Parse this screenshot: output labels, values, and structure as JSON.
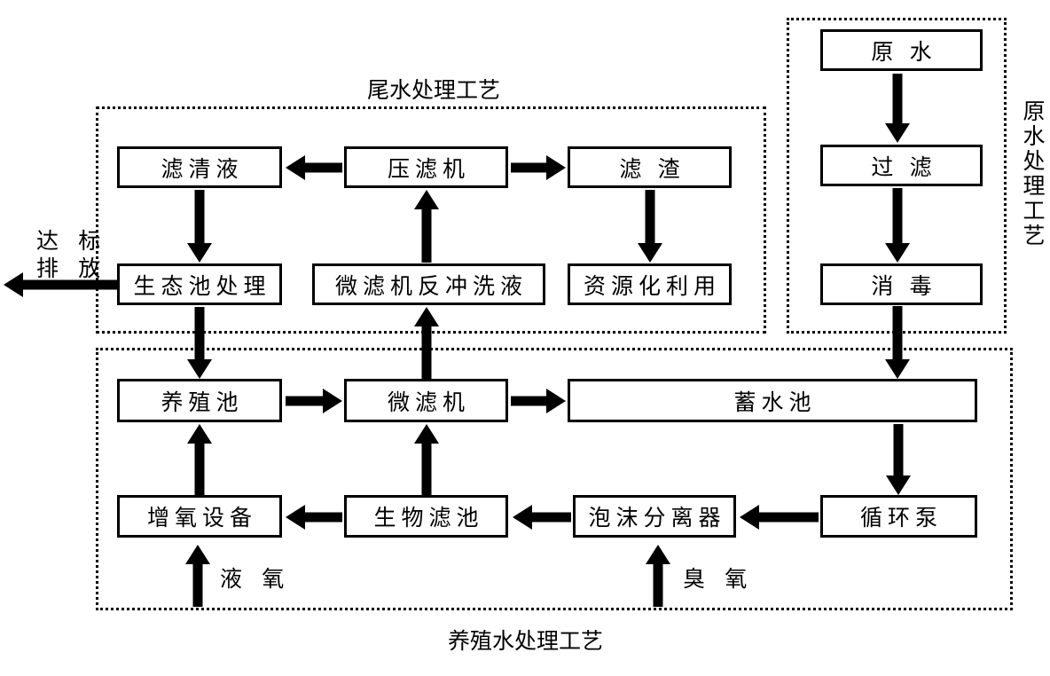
{
  "diagram": {
    "title_visible": false,
    "groups": [
      {
        "id": "tail-water",
        "label": "尾水处理工艺",
        "label_orientation": "horizontal"
      },
      {
        "id": "raw-water",
        "label": "原水处理工艺",
        "label_orientation": "vertical"
      },
      {
        "id": "culture-water",
        "label": "养殖水处理工艺",
        "label_orientation": "horizontal"
      }
    ],
    "nodes": {
      "raw_water": "原 水",
      "filtration": "过 滤",
      "disinfection": "消 毒",
      "clarified_liquid": "滤清液",
      "filter_press": "压滤机",
      "filter_residue": "滤 渣",
      "eco_pond": "生态池处理",
      "microfilter_backwash": "微滤机反冲洗液",
      "resource_utilization": "资源化利用",
      "culture_pond": "养殖池",
      "microfilter": "微滤机",
      "reservoir": "蓄水池",
      "oxygenation_equipment": "增氧设备",
      "biofilter": "生物滤池",
      "foam_separator": "泡沫分离器",
      "circulation_pump": "循环泵"
    },
    "edge_labels": {
      "discharge": "达 标\n排 放",
      "discharge_line1": "达 标",
      "discharge_line2": "排 放",
      "liquid_oxygen": "液 氧",
      "ozone": "臭 氧"
    },
    "colors": {
      "stroke": "#000000",
      "fill": "#ffffff",
      "text": "#000000"
    }
  }
}
